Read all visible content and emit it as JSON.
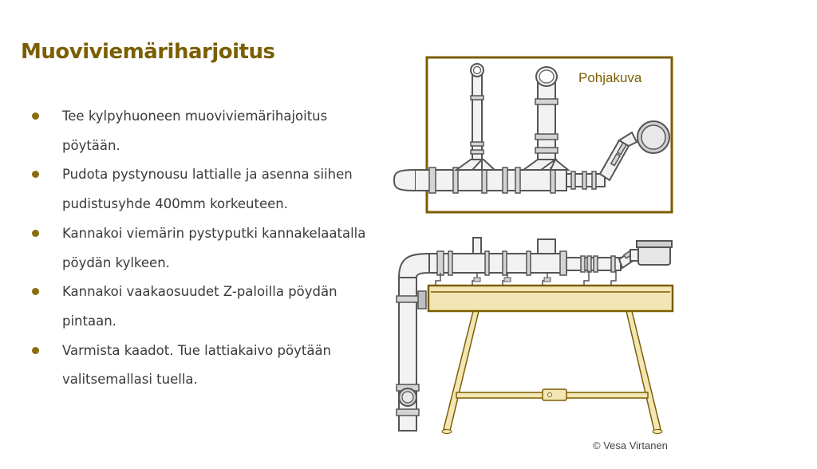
{
  "slide": {
    "title": "Muoviviemäriharjoitus",
    "bullets": [
      "Tee kylpyhuoneen muoviviemärihajoitus pöytään.",
      "Pudota pystynousu lattialle ja asenna siihen pudistusyhde 400mm korkeuteen.",
      "Kannakoi viemärin pystyputki kannakelaatalla pöydän kylkeen.",
      "Kannakoi vaakaosuudet Z-paloilla pöydän pintaan.",
      "Varmista kaadot. Tue lattiakaivo pöytään valitsemallasi tuella."
    ],
    "plan_label": "Pohjakuva",
    "copyright": "© Vesa Virtanen"
  },
  "colors": {
    "accent": "#7a5e00",
    "table": "#f3e6b4",
    "pipe": "#f2f2f2",
    "pipe_outline": "#555555"
  }
}
